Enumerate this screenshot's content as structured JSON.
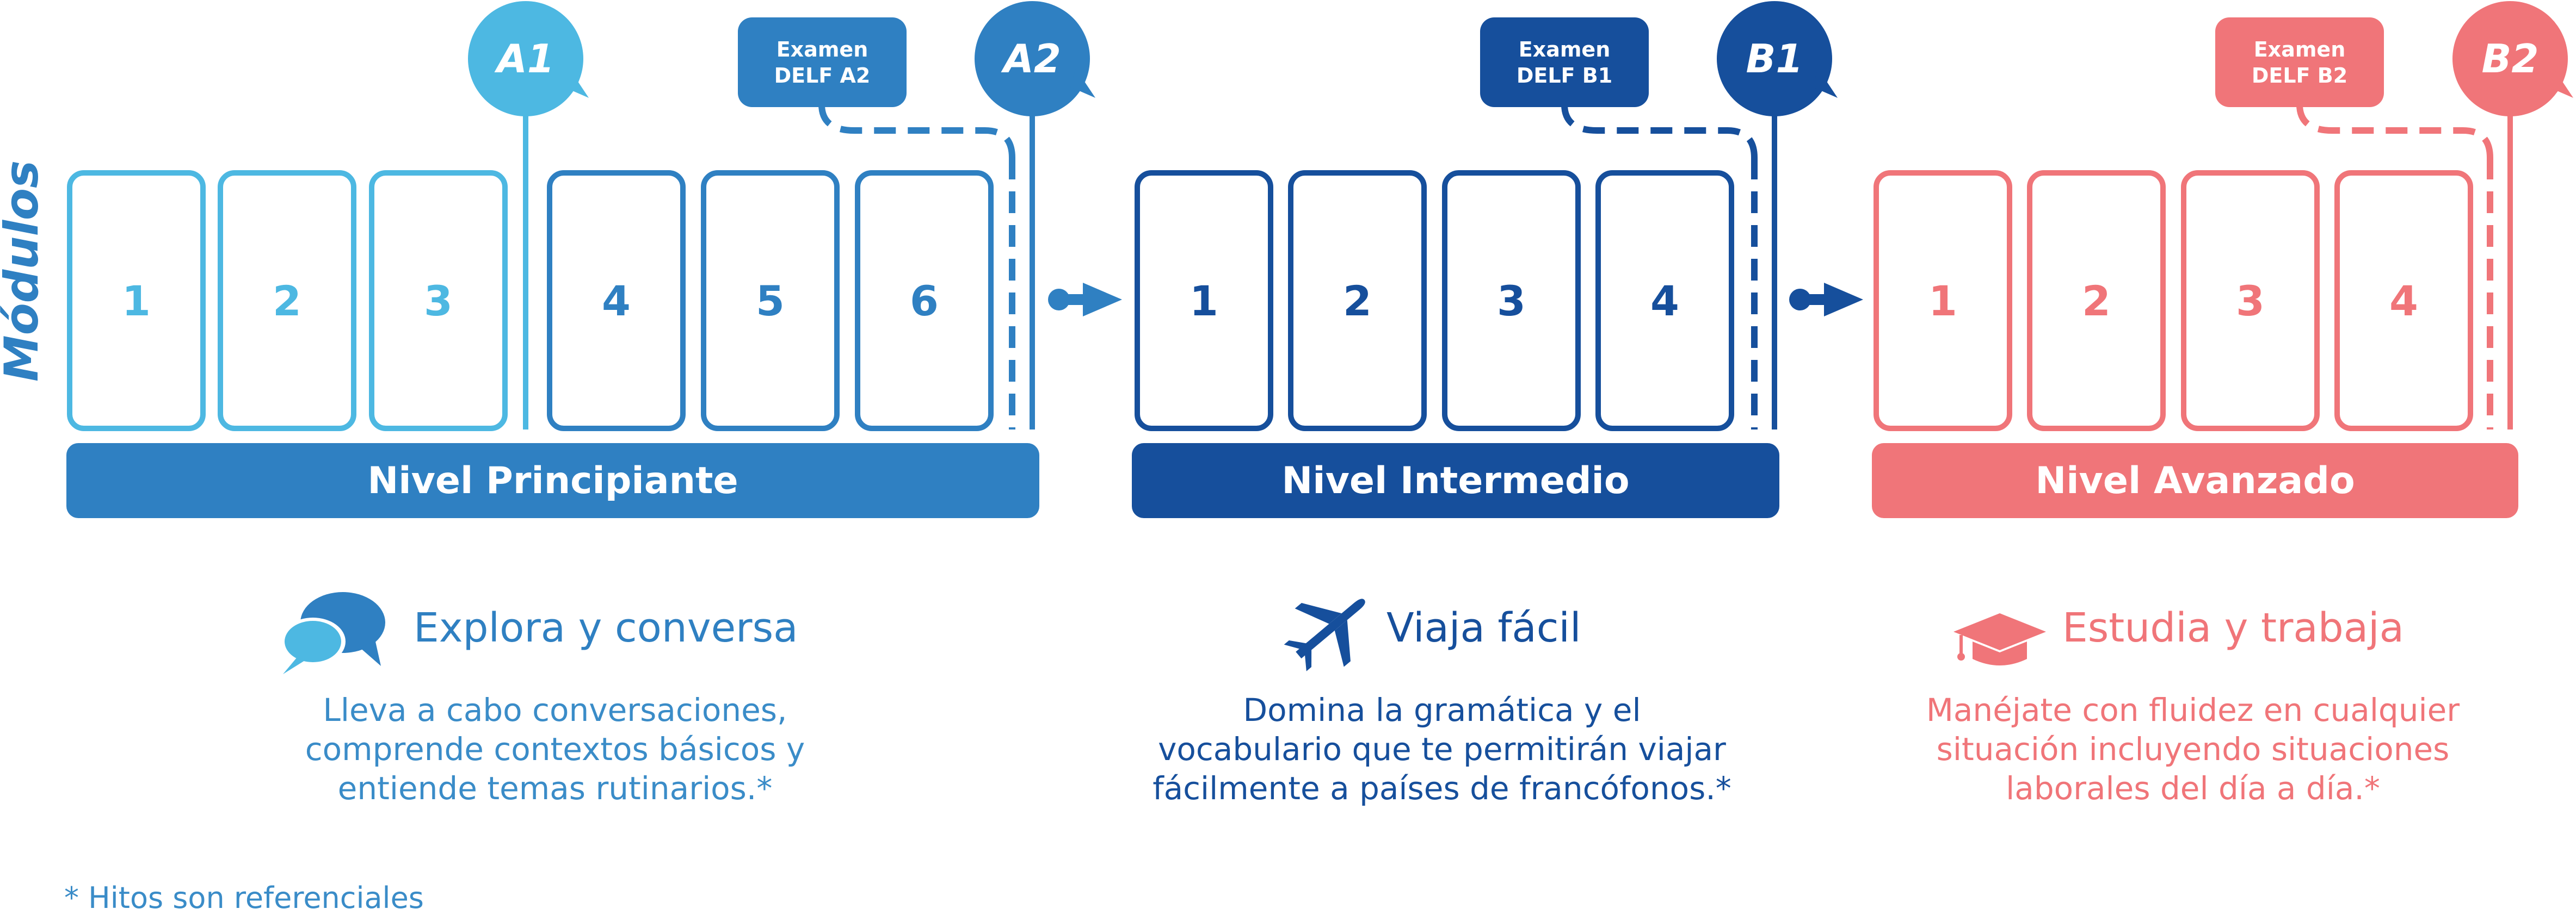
{
  "colors": {
    "a1": "#4db8e2",
    "a2": "#2f80c2",
    "b1": "#164f9c",
    "b2": "#f07579",
    "white": "#ffffff"
  },
  "side_label": "Módulos",
  "badges": {
    "a1": "A1",
    "a2": "A2",
    "b1": "B1",
    "b2": "B2"
  },
  "exams": {
    "a2": {
      "line1": "Examen",
      "line2": "DELF A2"
    },
    "b1": {
      "line1": "Examen",
      "line2": "DELF B1"
    },
    "b2": {
      "line1": "Examen",
      "line2": "DELF B2"
    }
  },
  "modules": {
    "principiante": [
      "1",
      "2",
      "3",
      "4",
      "5",
      "6"
    ],
    "intermedio": [
      "1",
      "2",
      "3",
      "4"
    ],
    "avanzado": [
      "1",
      "2",
      "3",
      "4"
    ]
  },
  "levels": {
    "principiante": "Nivel Principiante",
    "intermedio": "Nivel Intermedio",
    "avanzado": "Nivel Avanzado"
  },
  "features": {
    "explora": {
      "icon": "speech-bubbles-icon",
      "title": "Explora y conversa",
      "desc_lines": [
        "Lleva a cabo conversaciones,",
        "comprende contextos básicos y",
        "entiende temas rutinarios.*"
      ]
    },
    "viaja": {
      "icon": "airplane-icon",
      "title": "Viaja fácil",
      "desc_lines": [
        "Domina la gramática y el",
        "vocabulario que te permitirán viajar",
        "fácilmente a países de francófonos.*"
      ]
    },
    "estudia": {
      "icon": "graduation-cap-icon",
      "title": "Estudia y trabaja",
      "desc_lines": [
        "Manéjate con fluidez en cualquier",
        "situación incluyendo situaciones",
        "laborales del día a día.*"
      ]
    }
  },
  "footnote": "* Hitos son referenciales"
}
